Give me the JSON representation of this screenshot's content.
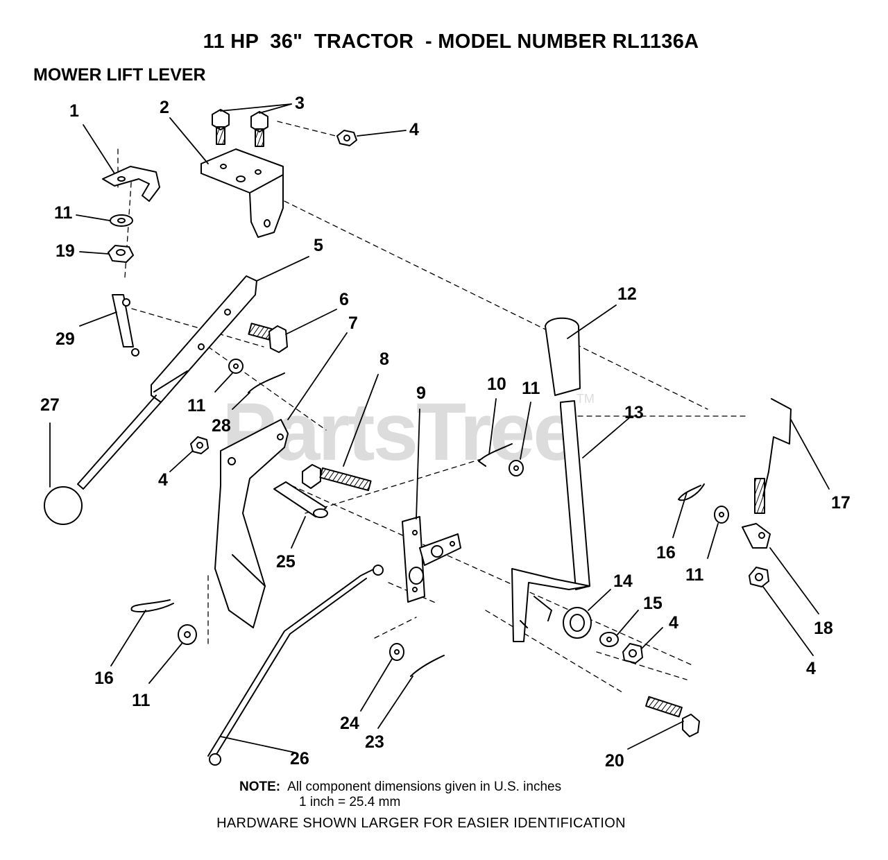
{
  "header": {
    "title": "11 HP  36\"  TRACTOR  - MODEL NUMBER RL1136A",
    "subtitle": "MOWER LIFT LEVER"
  },
  "watermark": {
    "text": "PartsTree",
    "tm": "TM"
  },
  "callouts": {
    "c1": "1",
    "c2": "2",
    "c3": "3",
    "c4a": "4",
    "c4b": "4",
    "c4c": "4",
    "c4d": "4",
    "c5": "5",
    "c6": "6",
    "c7": "7",
    "c8": "8",
    "c9": "9",
    "c10": "10",
    "c11a": "11",
    "c11b": "11",
    "c11c": "11",
    "c11d": "11",
    "c11e": "11",
    "c12": "12",
    "c13": "13",
    "c14": "14",
    "c15": "15",
    "c16a": "16",
    "c16b": "16",
    "c17": "17",
    "c18": "18",
    "c19": "19",
    "c20": "20",
    "c23": "23",
    "c24": "24",
    "c25": "25",
    "c26": "26",
    "c27": "27",
    "c28": "28",
    "c29": "29"
  },
  "footer": {
    "note_label": "NOTE:",
    "note_line1": "All component dimensions given in U.S. inches",
    "note_line2": "1 inch = 25.4 mm",
    "hardware": "HARDWARE SHOWN LARGER FOR EASIER IDENTIFICATION"
  }
}
